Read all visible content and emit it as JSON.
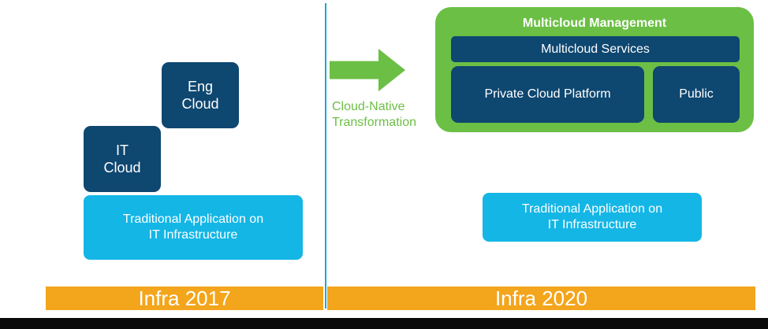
{
  "left": {
    "year_label": "Infra 2017",
    "eng_cloud": "Eng\nCloud",
    "it_cloud": "IT\nCloud",
    "traditional_app": "Traditional Application on\nIT Infrastructure"
  },
  "right": {
    "year_label": "Infra 2020",
    "transformation_label": "Cloud-Native\nTransformation",
    "multicloud_title": "Multicloud Management",
    "multicloud_services": "Multicloud Services",
    "private_cloud": "Private Cloud Platform",
    "public": "Public",
    "traditional_app": "Traditional Application on\nIT Infrastructure"
  },
  "colors": {
    "dark_blue": "#0e4770",
    "cyan": "#14b6e6",
    "green": "#6cbf45",
    "orange": "#f3a51c",
    "divider": "#17a9d8"
  }
}
